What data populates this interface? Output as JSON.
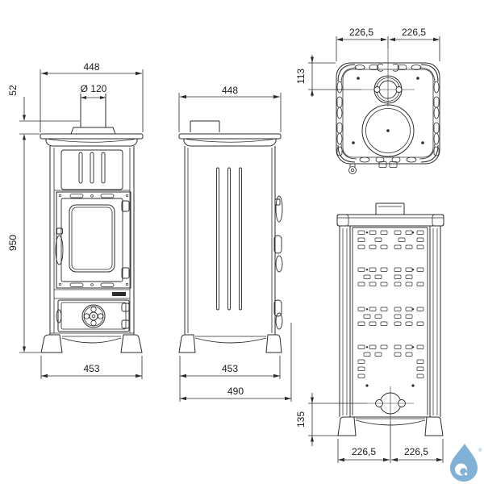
{
  "drawing": {
    "title_hint": "stove-dimension-drawing",
    "front": {
      "width": "448",
      "flue_diameter": "Ø 120",
      "flue_height": "52",
      "height": "950",
      "base_width": "453"
    },
    "side": {
      "depth": "448",
      "base_depth": "453",
      "overall_depth": "490"
    },
    "top": {
      "left_half_width": "226,5",
      "right_half_width": "226,5",
      "flue_offset_from_back": "113"
    },
    "back": {
      "air_inlet_height": "135",
      "left_half_width": "226,5",
      "right_half_width": "226,5"
    },
    "logo_registered_mark": "®"
  },
  "colors": {
    "line": "#2b2b2b",
    "dimension_text": "#1a1a1a",
    "logo_blue": "#7fb2d6",
    "background": "#ffffff"
  }
}
